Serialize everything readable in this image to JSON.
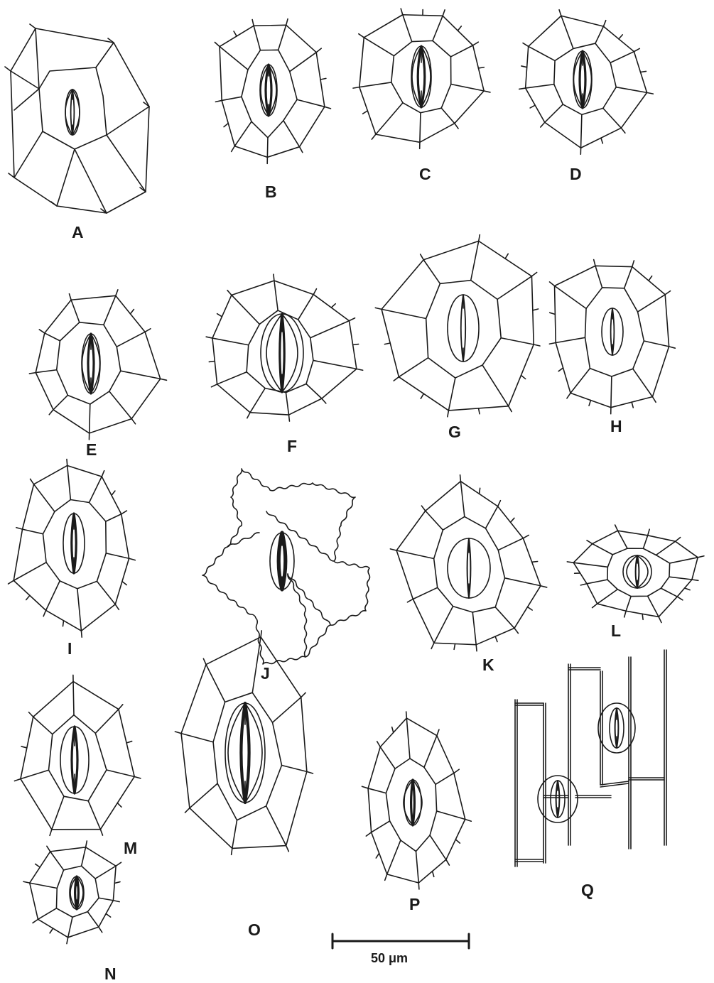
{
  "figure": {
    "panels": [
      {
        "id": "A",
        "label": "A",
        "type": "stoma-anisocytic-large"
      },
      {
        "id": "B",
        "label": "B",
        "type": "stoma-paracytic"
      },
      {
        "id": "C",
        "label": "C",
        "type": "stoma-paracytic"
      },
      {
        "id": "D",
        "label": "D",
        "type": "stoma-paracytic"
      },
      {
        "id": "E",
        "label": "E",
        "type": "stoma-paracytic"
      },
      {
        "id": "F",
        "label": "F",
        "type": "stoma-cyclocytic"
      },
      {
        "id": "G",
        "label": "G",
        "type": "stoma-anomocytic"
      },
      {
        "id": "H",
        "label": "H",
        "type": "stoma-anomocytic"
      },
      {
        "id": "I",
        "label": "I",
        "type": "stoma-paracytic"
      },
      {
        "id": "J",
        "label": "J",
        "type": "stoma-sinuous-walls"
      },
      {
        "id": "K",
        "label": "K",
        "type": "stoma-anomocytic"
      },
      {
        "id": "L",
        "label": "L",
        "type": "stoma-small-cells"
      },
      {
        "id": "M",
        "label": "M",
        "type": "stoma-anomocytic"
      },
      {
        "id": "N",
        "label": "N",
        "type": "stoma-small"
      },
      {
        "id": "O",
        "label": "O",
        "type": "stoma-large-paracytic"
      },
      {
        "id": "P",
        "label": "P",
        "type": "stoma-paracytic"
      },
      {
        "id": "Q",
        "label": "Q",
        "type": "monocot-grass-stomata"
      }
    ],
    "scale_bar": {
      "label": "50 μm"
    }
  },
  "colors": {
    "ink": "#1a1a1a",
    "background": "#ffffff"
  }
}
